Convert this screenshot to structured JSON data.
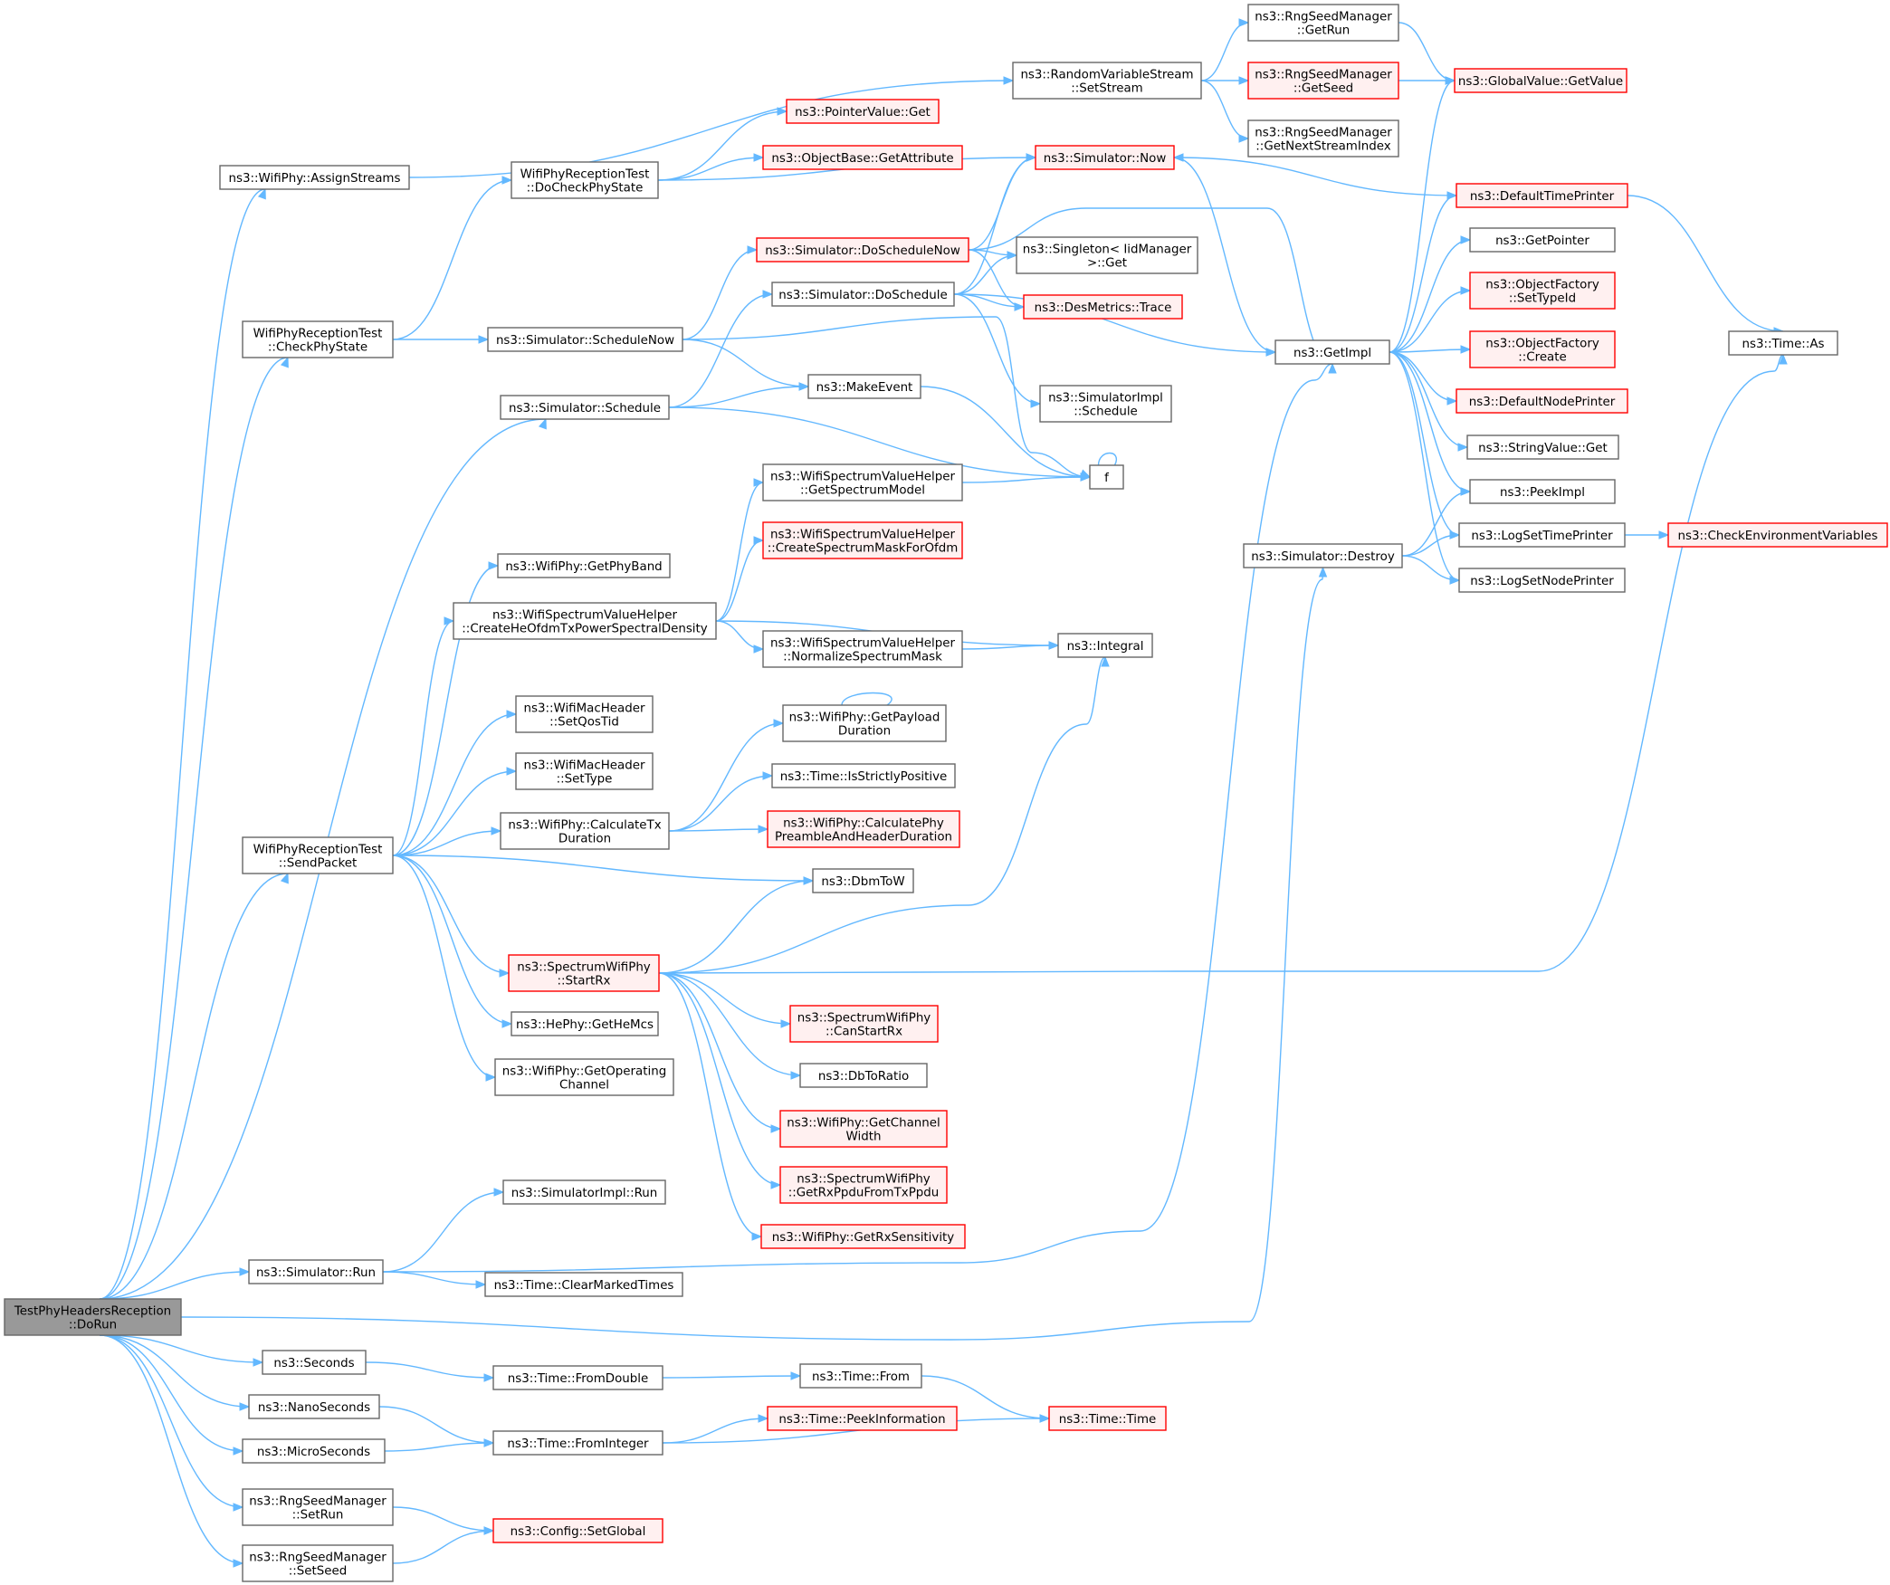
{
  "colors": {
    "edge": "#63b8ff",
    "normal_fill": "#ffffff",
    "normal_stroke": "#666666",
    "incomplete_fill": "#fff0f0",
    "incomplete_stroke": "#ff0000",
    "root_fill": "#999999",
    "root_stroke": "#666666"
  },
  "nodes": [
    {
      "id": "dorun",
      "lines": [
        "TestPhyHeadersReception",
        "::DoRun"
      ],
      "style": "root"
    },
    {
      "id": "assignstreams",
      "lines": [
        "ns3::WifiPhy::AssignStreams"
      ],
      "style": "normal"
    },
    {
      "id": "checkphystate",
      "lines": [
        "WifiPhyReceptionTest",
        "::CheckPhyState"
      ],
      "style": "normal"
    },
    {
      "id": "schedule",
      "lines": [
        "ns3::Simulator::Schedule"
      ],
      "style": "normal"
    },
    {
      "id": "sendpacket",
      "lines": [
        "WifiPhyReceptionTest",
        "::SendPacket"
      ],
      "style": "normal"
    },
    {
      "id": "simrun",
      "lines": [
        "ns3::Simulator::Run"
      ],
      "style": "normal"
    },
    {
      "id": "seconds",
      "lines": [
        "ns3::Seconds"
      ],
      "style": "normal"
    },
    {
      "id": "nanoseconds",
      "lines": [
        "ns3::NanoSeconds"
      ],
      "style": "normal"
    },
    {
      "id": "microseconds",
      "lines": [
        "ns3::MicroSeconds"
      ],
      "style": "normal"
    },
    {
      "id": "setrun",
      "lines": [
        "ns3::RngSeedManager",
        "::SetRun"
      ],
      "style": "normal"
    },
    {
      "id": "setseed",
      "lines": [
        "ns3::RngSeedManager",
        "::SetSeed"
      ],
      "style": "normal"
    },
    {
      "id": "docheckphystate",
      "lines": [
        "WifiPhyReceptionTest",
        "::DoCheckPhyState"
      ],
      "style": "normal"
    },
    {
      "id": "schedulenow",
      "lines": [
        "ns3::Simulator::ScheduleNow"
      ],
      "style": "normal"
    },
    {
      "id": "getphyband",
      "lines": [
        "ns3::WifiPhy::GetPhyBand"
      ],
      "style": "normal"
    },
    {
      "id": "createheofdm",
      "lines": [
        "ns3::WifiSpectrumValueHelper",
        "::CreateHeOfdmTxPowerSpectralDensity"
      ],
      "style": "normal"
    },
    {
      "id": "setqostid",
      "lines": [
        "ns3::WifiMacHeader",
        "::SetQosTid"
      ],
      "style": "normal"
    },
    {
      "id": "settype",
      "lines": [
        "ns3::WifiMacHeader",
        "::SetType"
      ],
      "style": "normal"
    },
    {
      "id": "calctxduration",
      "lines": [
        "ns3::WifiPhy::CalculateTx",
        "Duration"
      ],
      "style": "normal"
    },
    {
      "id": "startrx",
      "lines": [
        "ns3::SpectrumWifiPhy",
        "::StartRx"
      ],
      "style": "incomplete"
    },
    {
      "id": "gethemcs",
      "lines": [
        "ns3::HePhy::GetHeMcs"
      ],
      "style": "normal"
    },
    {
      "id": "getopchannel",
      "lines": [
        "ns3::WifiPhy::GetOperating",
        "Channel"
      ],
      "style": "normal"
    },
    {
      "id": "simimplrun",
      "lines": [
        "ns3::SimulatorImpl::Run"
      ],
      "style": "normal"
    },
    {
      "id": "clearmarked",
      "lines": [
        "ns3::Time::ClearMarkedTimes"
      ],
      "style": "normal"
    },
    {
      "id": "fromdouble",
      "lines": [
        "ns3::Time::FromDouble"
      ],
      "style": "normal"
    },
    {
      "id": "frominteger",
      "lines": [
        "ns3::Time::FromInteger"
      ],
      "style": "normal"
    },
    {
      "id": "setglobal",
      "lines": [
        "ns3::Config::SetGlobal"
      ],
      "style": "incomplete"
    },
    {
      "id": "setstream",
      "lines": [
        "ns3::RandomVariableStream",
        "::SetStream"
      ],
      "style": "normal"
    },
    {
      "id": "pointerget",
      "lines": [
        "ns3::PointerValue::Get"
      ],
      "style": "incomplete"
    },
    {
      "id": "getattribute",
      "lines": [
        "ns3::ObjectBase::GetAttribute"
      ],
      "style": "incomplete"
    },
    {
      "id": "simnow",
      "lines": [
        "ns3::Simulator::Now"
      ],
      "style": "incomplete"
    },
    {
      "id": "doschedulenow",
      "lines": [
        "ns3::Simulator::DoScheduleNow"
      ],
      "style": "incomplete"
    },
    {
      "id": "doschedule",
      "lines": [
        "ns3::Simulator::DoSchedule"
      ],
      "style": "normal"
    },
    {
      "id": "makeevent",
      "lines": [
        "ns3::MakeEvent"
      ],
      "style": "normal"
    },
    {
      "id": "getspectrummodel",
      "lines": [
        "ns3::WifiSpectrumValueHelper",
        "::GetSpectrumModel"
      ],
      "style": "normal"
    },
    {
      "id": "createmask",
      "lines": [
        "ns3::WifiSpectrumValueHelper",
        "::CreateSpectrumMaskForOfdm"
      ],
      "style": "incomplete"
    },
    {
      "id": "normalizemask",
      "lines": [
        "ns3::WifiSpectrumValueHelper",
        "::NormalizeSpectrumMask"
      ],
      "style": "normal"
    },
    {
      "id": "getpayload",
      "lines": [
        "ns3::WifiPhy::GetPayload",
        "Duration"
      ],
      "style": "normal"
    },
    {
      "id": "isstrictly",
      "lines": [
        "ns3::Time::IsStrictlyPositive"
      ],
      "style": "normal"
    },
    {
      "id": "calcpreamble",
      "lines": [
        "ns3::WifiPhy::CalculatePhy",
        "PreambleAndHeaderDuration"
      ],
      "style": "incomplete"
    },
    {
      "id": "dbmtow",
      "lines": [
        "ns3::DbmToW"
      ],
      "style": "normal"
    },
    {
      "id": "canstartrx",
      "lines": [
        "ns3::SpectrumWifiPhy",
        "::CanStartRx"
      ],
      "style": "incomplete"
    },
    {
      "id": "dbtoratio",
      "lines": [
        "ns3::DbToRatio"
      ],
      "style": "normal"
    },
    {
      "id": "getchwidth",
      "lines": [
        "ns3::WifiPhy::GetChannel",
        "Width"
      ],
      "style": "incomplete"
    },
    {
      "id": "getrxppdu",
      "lines": [
        "ns3::SpectrumWifiPhy",
        "::GetRxPpduFromTxPpdu"
      ],
      "style": "incomplete"
    },
    {
      "id": "getrxsens",
      "lines": [
        "ns3::WifiPhy::GetRxSensitivity"
      ],
      "style": "incomplete"
    },
    {
      "id": "timefrom",
      "lines": [
        "ns3::Time::From"
      ],
      "style": "normal"
    },
    {
      "id": "peekinfo",
      "lines": [
        "ns3::Time::PeekInformation"
      ],
      "style": "incomplete"
    },
    {
      "id": "timetime",
      "lines": [
        "ns3::Time::Time"
      ],
      "style": "incomplete"
    },
    {
      "id": "getrun",
      "lines": [
        "ns3::RngSeedManager",
        "::GetRun"
      ],
      "style": "normal"
    },
    {
      "id": "getseed",
      "lines": [
        "ns3::RngSeedManager",
        "::GetSeed"
      ],
      "style": "incomplete"
    },
    {
      "id": "getnextstream",
      "lines": [
        "ns3::RngSeedManager",
        "::GetNextStreamIndex"
      ],
      "style": "normal"
    },
    {
      "id": "singletonget",
      "lines": [
        "ns3::Singleton< IidManager",
        " >::Get"
      ],
      "style": "normal"
    },
    {
      "id": "desmetrics",
      "lines": [
        "ns3::DesMetrics::Trace"
      ],
      "style": "incomplete"
    },
    {
      "id": "simimplschedule",
      "lines": [
        "ns3::SimulatorImpl",
        "::Schedule"
      ],
      "style": "normal"
    },
    {
      "id": "f",
      "lines": [
        "f"
      ],
      "style": "normal"
    },
    {
      "id": "integral",
      "lines": [
        "ns3::Integral"
      ],
      "style": "normal"
    },
    {
      "id": "getimpl",
      "lines": [
        "ns3::GetImpl"
      ],
      "style": "normal"
    },
    {
      "id": "simdestroy",
      "lines": [
        "ns3::Simulator::Destroy"
      ],
      "style": "normal"
    },
    {
      "id": "globalgetvalue",
      "lines": [
        "ns3::GlobalValue::GetValue"
      ],
      "style": "incomplete"
    },
    {
      "id": "defaulttimeprinter",
      "lines": [
        "ns3::DefaultTimePrinter"
      ],
      "style": "incomplete"
    },
    {
      "id": "getpointer",
      "lines": [
        "ns3::GetPointer"
      ],
      "style": "normal"
    },
    {
      "id": "settypeid",
      "lines": [
        "ns3::ObjectFactory",
        "::SetTypeId"
      ],
      "style": "incomplete"
    },
    {
      "id": "objcreate",
      "lines": [
        "ns3::ObjectFactory",
        "::Create"
      ],
      "style": "incomplete"
    },
    {
      "id": "defaultnodeprinter",
      "lines": [
        "ns3::DefaultNodePrinter"
      ],
      "style": "incomplete"
    },
    {
      "id": "stringget",
      "lines": [
        "ns3::StringValue::Get"
      ],
      "style": "normal"
    },
    {
      "id": "peekimpl",
      "lines": [
        "ns3::PeekImpl"
      ],
      "style": "normal"
    },
    {
      "id": "logsettime",
      "lines": [
        "ns3::LogSetTimePrinter"
      ],
      "style": "normal"
    },
    {
      "id": "logsetnode",
      "lines": [
        "ns3::LogSetNodePrinter"
      ],
      "style": "normal"
    },
    {
      "id": "timeas",
      "lines": [
        "ns3::Time::As"
      ],
      "style": "normal"
    },
    {
      "id": "checkenv",
      "lines": [
        "ns3::CheckEnvironmentVariables"
      ],
      "style": "incomplete"
    }
  ]
}
